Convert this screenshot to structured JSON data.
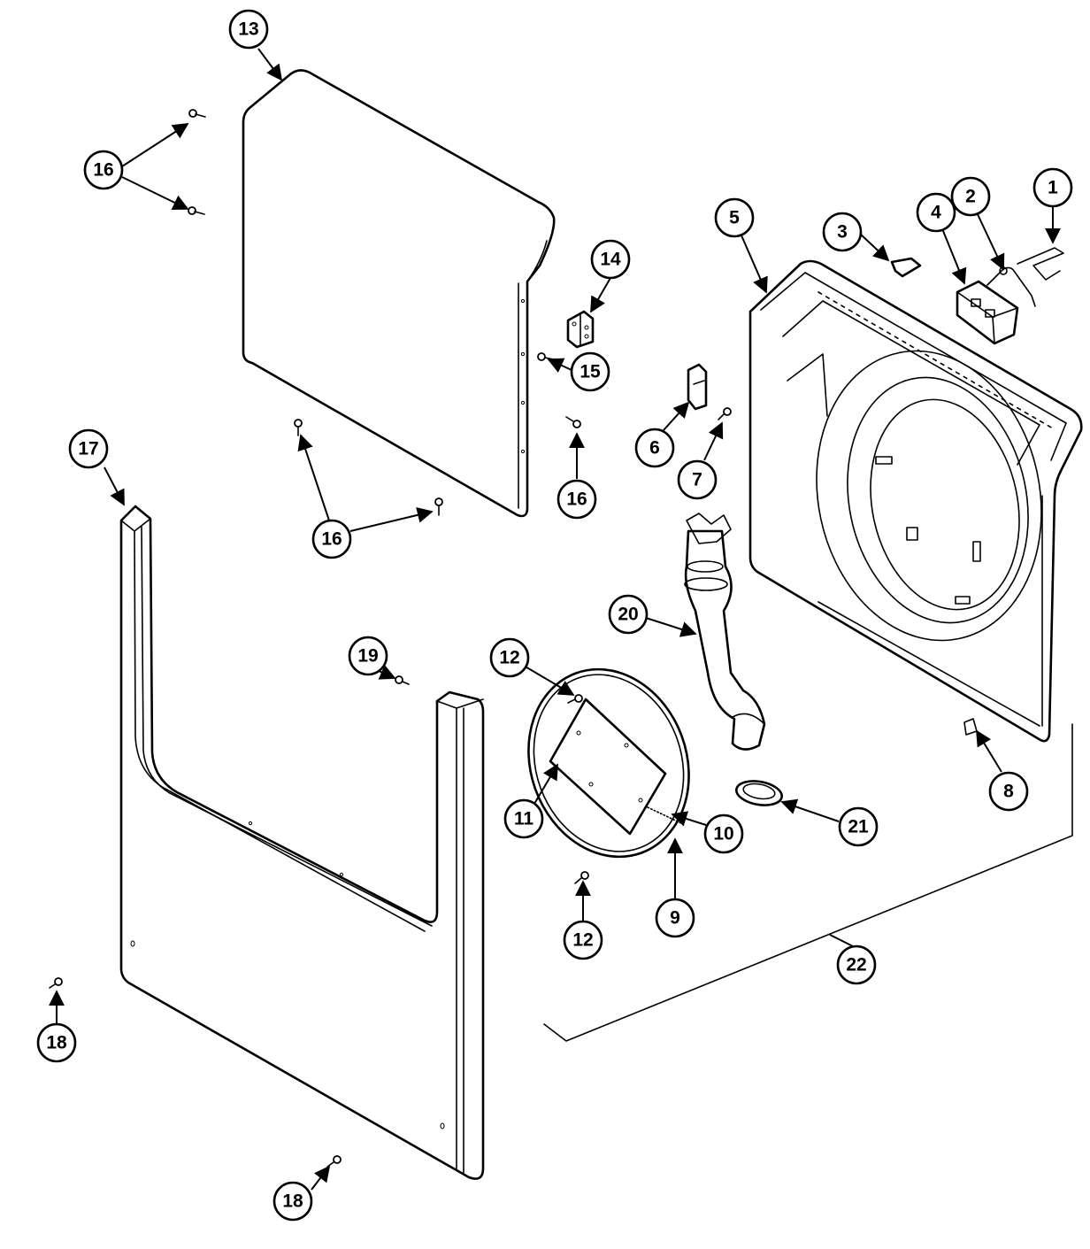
{
  "diagram": {
    "callouts": [
      {
        "id": "c1",
        "label": "1"
      },
      {
        "id": "c2",
        "label": "2"
      },
      {
        "id": "c3",
        "label": "3"
      },
      {
        "id": "c4",
        "label": "4"
      },
      {
        "id": "c5",
        "label": "5"
      },
      {
        "id": "c6",
        "label": "6"
      },
      {
        "id": "c7",
        "label": "7"
      },
      {
        "id": "c8",
        "label": "8"
      },
      {
        "id": "c9",
        "label": "9"
      },
      {
        "id": "c10",
        "label": "10"
      },
      {
        "id": "c11",
        "label": "11"
      },
      {
        "id": "c12a",
        "label": "12"
      },
      {
        "id": "c12b",
        "label": "12"
      },
      {
        "id": "c13",
        "label": "13"
      },
      {
        "id": "c14",
        "label": "14"
      },
      {
        "id": "c15",
        "label": "15"
      },
      {
        "id": "c16a",
        "label": "16"
      },
      {
        "id": "c16b",
        "label": "16"
      },
      {
        "id": "c16c",
        "label": "16"
      },
      {
        "id": "c17",
        "label": "17"
      },
      {
        "id": "c18a",
        "label": "18"
      },
      {
        "id": "c18b",
        "label": "18"
      },
      {
        "id": "c19",
        "label": "19"
      },
      {
        "id": "c20",
        "label": "20"
      },
      {
        "id": "c21",
        "label": "21"
      },
      {
        "id": "c22",
        "label": "22"
      }
    ]
  }
}
